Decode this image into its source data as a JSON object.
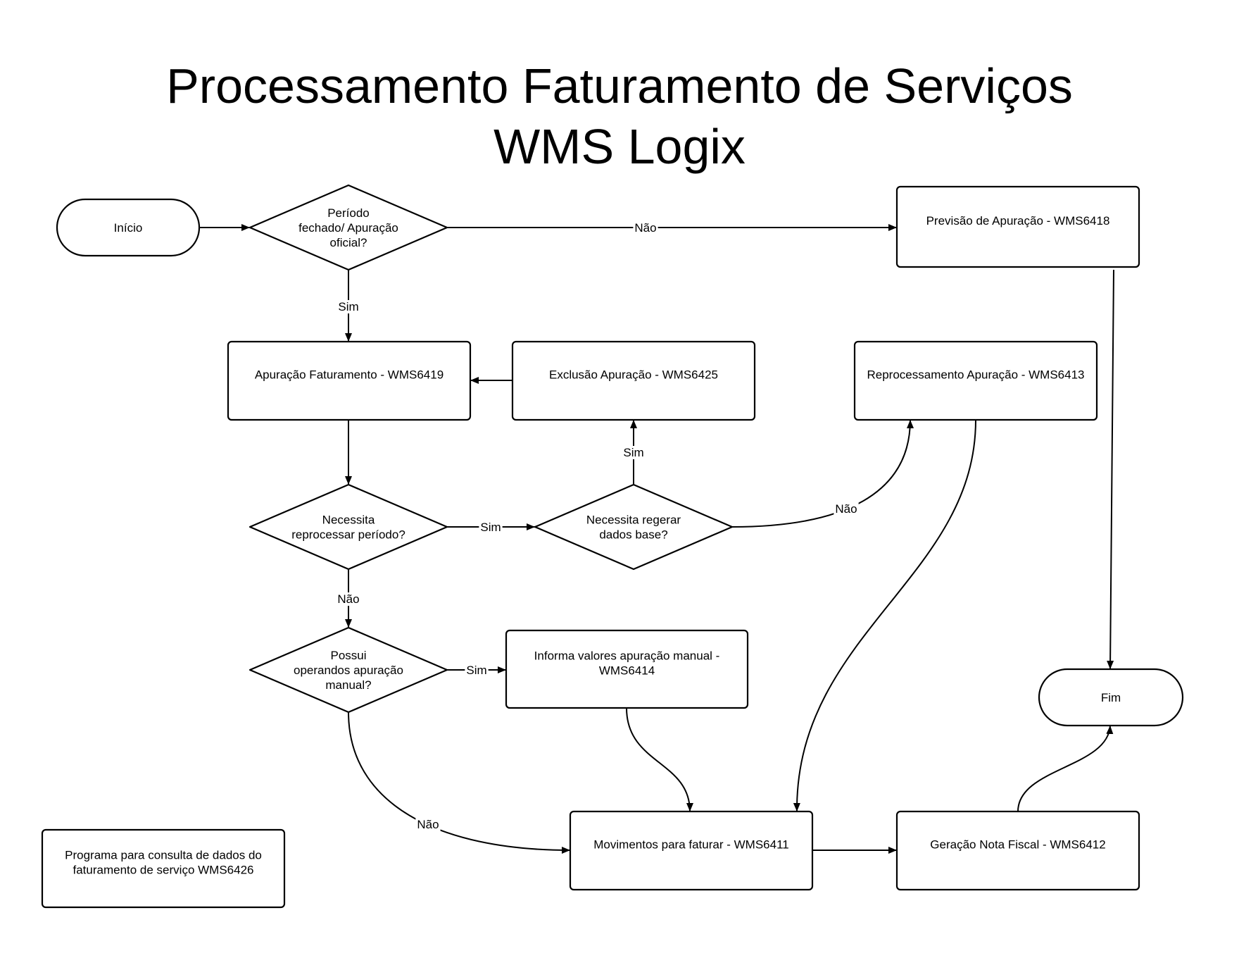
{
  "title": {
    "line1": "Processamento Faturamento de Serviços",
    "line2": "WMS Logix"
  },
  "nodes": {
    "inicio": {
      "type": "terminator",
      "lines": [
        "Início"
      ]
    },
    "periodo_fechado": {
      "type": "decision",
      "lines": [
        "Período",
        "fechado/ Apuração",
        "oficial?"
      ]
    },
    "previsao": {
      "type": "process",
      "lines": [
        "Previsão de Apuração - WMS6418"
      ]
    },
    "apuracao": {
      "type": "process",
      "lines": [
        "Apuração Faturamento - WMS6419"
      ]
    },
    "exclusao": {
      "type": "process",
      "lines": [
        "Exclusão Apuração - WMS6425"
      ]
    },
    "reprocessamento": {
      "type": "process",
      "lines": [
        "Reprocessamento Apuração - WMS6413"
      ]
    },
    "necessita_reprocessar": {
      "type": "decision",
      "lines": [
        "Necessita",
        "reprocessar período?"
      ]
    },
    "necessita_regerar": {
      "type": "decision",
      "lines": [
        "Necessita regerar",
        "dados base?"
      ]
    },
    "possui_operandos": {
      "type": "decision",
      "lines": [
        "Possui",
        "operandos apuração",
        "manual?"
      ]
    },
    "informa_valores": {
      "type": "process",
      "lines": [
        "Informa valores apuração manual -",
        "WMS6414"
      ]
    },
    "fim": {
      "type": "terminator",
      "lines": [
        "Fim"
      ]
    },
    "movimentos": {
      "type": "process",
      "lines": [
        "Movimentos para faturar - WMS6411"
      ]
    },
    "geracao_nf": {
      "type": "process",
      "lines": [
        "Geração Nota Fiscal - WMS6412"
      ]
    },
    "programa_consulta": {
      "type": "process",
      "lines": [
        "Programa para consulta de dados do",
        "faturamento de serviço WMS6426"
      ]
    }
  },
  "edges": [
    {
      "from": "inicio",
      "to": "periodo_fechado",
      "label": ""
    },
    {
      "from": "periodo_fechado",
      "to": "previsao",
      "label": "Não"
    },
    {
      "from": "periodo_fechado",
      "to": "apuracao",
      "label": "Sim"
    },
    {
      "from": "exclusao",
      "to": "apuracao",
      "label": ""
    },
    {
      "from": "apuracao",
      "to": "necessita_reprocessar",
      "label": ""
    },
    {
      "from": "necessita_reprocessar",
      "to": "necessita_regerar",
      "label": "Sim"
    },
    {
      "from": "necessita_regerar",
      "to": "exclusao",
      "label": "Sim"
    },
    {
      "from": "necessita_regerar",
      "to": "reprocessamento",
      "label": "Não"
    },
    {
      "from": "necessita_reprocessar",
      "to": "possui_operandos",
      "label": "Não"
    },
    {
      "from": "possui_operandos",
      "to": "informa_valores",
      "label": "Sim"
    },
    {
      "from": "possui_operandos",
      "to": "movimentos",
      "label": "Não"
    },
    {
      "from": "informa_valores",
      "to": "movimentos",
      "label": ""
    },
    {
      "from": "reprocessamento",
      "to": "movimentos",
      "label": ""
    },
    {
      "from": "movimentos",
      "to": "geracao_nf",
      "label": ""
    },
    {
      "from": "geracao_nf",
      "to": "fim",
      "label": ""
    },
    {
      "from": "previsao",
      "to": "fim",
      "label": ""
    }
  ]
}
